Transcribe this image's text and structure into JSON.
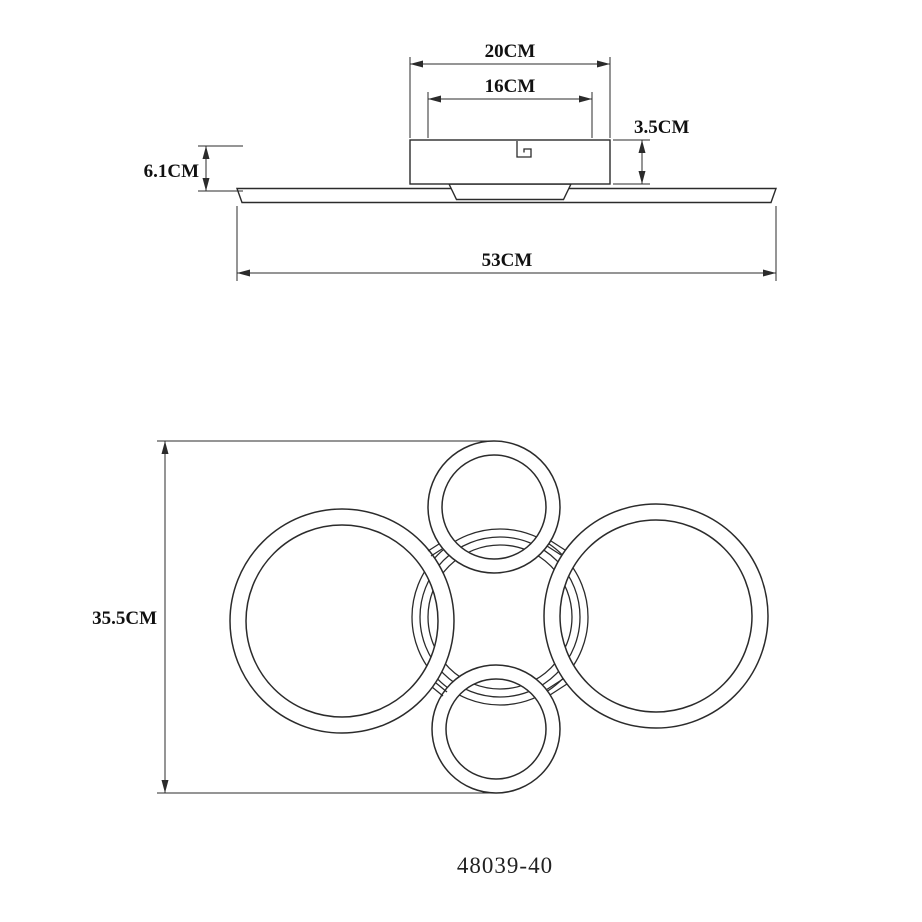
{
  "colors": {
    "line": "#2b2b2b",
    "background": "#ffffff"
  },
  "labels": {
    "model_number": "48039-40"
  },
  "side_view": {
    "canopy_width": "20CM",
    "inner_width": "16CM",
    "canopy_height": "3.5CM",
    "edge_height": "6.1CM",
    "overall_width": "53CM"
  },
  "plan_view": {
    "overall_height": "35.5CM"
  }
}
